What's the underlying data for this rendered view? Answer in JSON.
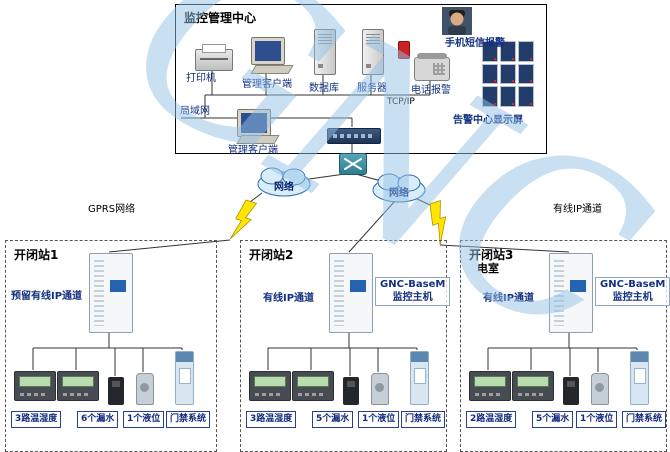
{
  "watermark": "GNC",
  "center": {
    "title": "监控管理中心",
    "printer": "打印机",
    "client1": "管理客户端",
    "database": "数据库",
    "server": "服务器",
    "phone_alarm": "电话报警",
    "sms_alarm": "手机短信报警",
    "display_wall": "告警中心显示屏",
    "tcpip": "TCP/IP",
    "lan": "局域网",
    "client2": "管理客户端"
  },
  "network": {
    "cloud_left": "网络",
    "cloud_right": "网络",
    "gprs": "GPRS网络",
    "wired": "有线IP通道"
  },
  "stations": [
    {
      "title": "开闭站1",
      "subtitle": "",
      "channel": "预留有线IP通道",
      "host_line1": "",
      "host_line2": "",
      "sensors": {
        "temp": "3路温湿度",
        "leak": "6个漏水",
        "level": "1个液位",
        "door": "门禁系统"
      }
    },
    {
      "title": "开闭站2",
      "subtitle": "",
      "channel": "有线IP通道",
      "host_line1": "GNC-BaseM",
      "host_line2": "监控主机",
      "sensors": {
        "temp": "3路温湿度",
        "leak": "5个漏水",
        "level": "1个液位",
        "door": "门禁系统"
      }
    },
    {
      "title": "开闭站3",
      "subtitle": "电室",
      "channel": "有线IP通道",
      "host_line1": "GNC-BaseM",
      "host_line2": "监控主机",
      "sensors": {
        "temp": "2路温湿度",
        "leak": "5个漏水",
        "level": "1个液位",
        "door": "门禁系统"
      }
    }
  ],
  "colors": {
    "label_text": "#13307f",
    "bolt_yellow": "#ffe600",
    "cloud_fill": "#d9ecf9",
    "cloud_stroke": "#2f6fad",
    "watermark_blue": "#93c2e8"
  }
}
